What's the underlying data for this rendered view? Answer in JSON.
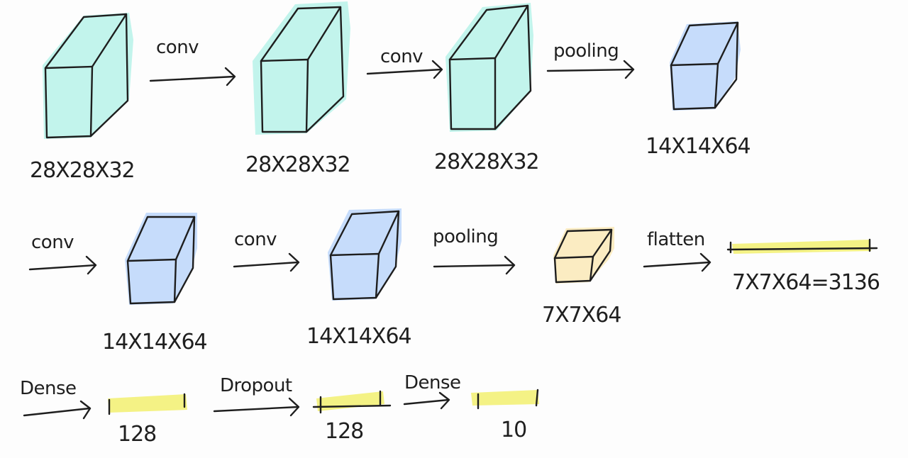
{
  "colors": {
    "conv_block": "#c2f4ec",
    "pool_block": "#c6dcfb",
    "final_pool_block": "#fbecc2",
    "vector": "#f4f285",
    "ink": "#1e1e1e"
  },
  "row1": {
    "block1_label": "28X28X32",
    "op1_label": "conv",
    "block2_label": "28X28X32",
    "op2_label": "conv",
    "block3_label": "28X28X32",
    "op3_label": "pooling",
    "block4_label": "14X14X64"
  },
  "row2": {
    "op1_label": "conv",
    "block1_label": "14X14X64",
    "op2_label": "conv",
    "block2_label": "14X14X64",
    "op3_label": "pooling",
    "block3_label": "7X7X64",
    "op4_label": "flatten",
    "vector_label": "7X7X64=3136"
  },
  "row3": {
    "op1_label": "Dense",
    "vector1_label": "128",
    "op2_label": "Dropout",
    "vector2_label": "128",
    "op3_label": "Dense",
    "vector3_label": "10"
  }
}
